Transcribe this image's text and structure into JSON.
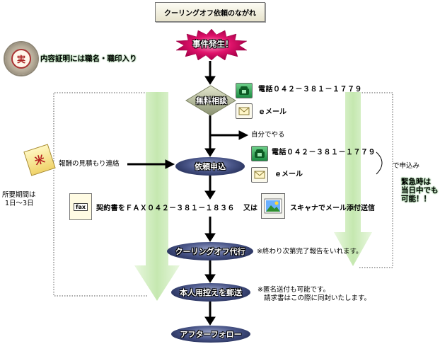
{
  "title": "クーリングオフ依頼のながれ",
  "seal": {
    "glyph": "実",
    "caption": "内容証明には職名・職印入り"
  },
  "envelope": {
    "glyph": "米",
    "caption": "報酬の見積もり連絡"
  },
  "period": {
    "line1": "所要期間は",
    "line2": "1日〜3日"
  },
  "nodes": {
    "incident": "事件発生！",
    "consult": "無料相談",
    "request": "依頼申込",
    "cooling_off": "クーリングオフ代行",
    "mail_copy": "本人用控えを郵送",
    "after": "アフターフォロー"
  },
  "contact_consult": {
    "phone": "電話０４２－３８１－１７７９",
    "email": "ｅメール"
  },
  "self_do": "自分でやる",
  "contact_request": {
    "phone": "電話０４２－３８１－１７７９",
    "email": "ｅメール"
  },
  "apply_by": "で申込み",
  "urgent": {
    "line1": "緊急時は",
    "line2": "当日中でも",
    "line3": "可能！！"
  },
  "contract": {
    "fax_icon": "fax",
    "text": "契約書をＦＡＸ０４２－３８１－１８３６",
    "or": "又は",
    "scan": "スキャナでメール添付送信"
  },
  "cooling_note": "※終わり次第完了報告をいれます。",
  "mail_note": {
    "line1": "※匿名送付も可能です。",
    "line2": "請求書はこの際に同封いたします。"
  },
  "colors": {
    "arrow_green": "#c6e9b4",
    "node_blue": "#3d4a82",
    "burst": "#e0136b",
    "line": "#000000"
  }
}
